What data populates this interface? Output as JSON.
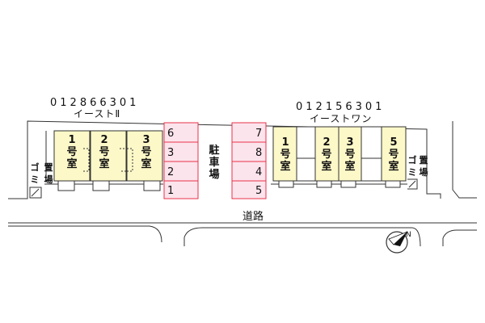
{
  "buildings": [
    {
      "code": "012866301",
      "name": "イーストⅡ",
      "units": [
        "1号室",
        "2号室",
        "3号室"
      ]
    },
    {
      "code": "012156301",
      "name": "イーストワン",
      "units": [
        "1号室",
        "2号室",
        "3号室",
        "5号室"
      ]
    }
  ],
  "parking": {
    "label": "駐車場",
    "left_column": [
      "6",
      "3",
      "2",
      "1"
    ],
    "right_column": [
      "7",
      "8",
      "4",
      "5"
    ]
  },
  "garbage": {
    "left_label": "ゴミ置場",
    "right_label": "ゴミ置場"
  },
  "road": {
    "label": "道路"
  },
  "compass": {
    "label": "N"
  },
  "colors": {
    "unit_fill": "#fdf8c8",
    "parking_fill": "#fce4ec",
    "parking_stroke": "#e8324a",
    "line": "#333333"
  }
}
